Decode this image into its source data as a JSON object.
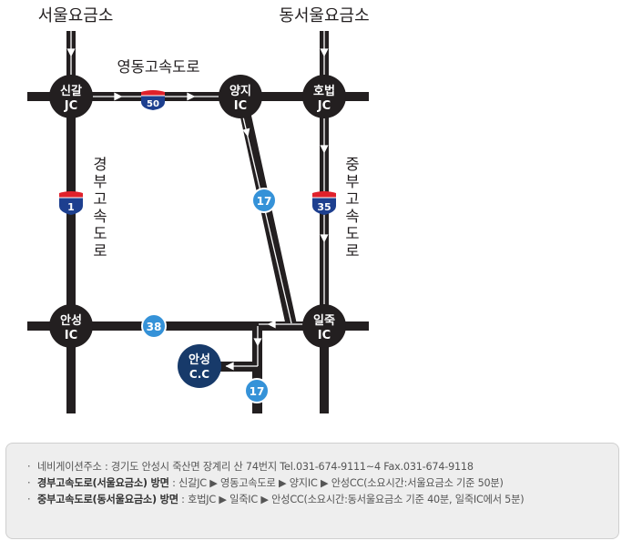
{
  "tollgates": {
    "seoul": "서울요금소",
    "dongseoul": "동서울요금소"
  },
  "expressways": {
    "yeongdong": "영동고속도로",
    "gyeongbu": "경부고속도로",
    "jungbu": "중부고속도로"
  },
  "route_shields": {
    "yeongdong": "50",
    "gyeongbu": "1",
    "jungbu": "35"
  },
  "route_circles": {
    "r17_upper": "17",
    "r38": "38",
    "r17_lower": "17"
  },
  "junctions": {
    "singal": {
      "line1": "신갈",
      "line2": "JC"
    },
    "yangji": {
      "line1": "양지",
      "line2": "IC"
    },
    "hobeop": {
      "line1": "호법",
      "line2": "JC"
    },
    "anseong": {
      "line1": "안성",
      "line2": "IC"
    },
    "iljuk": {
      "line1": "일죽",
      "line2": "IC"
    }
  },
  "destination": {
    "line1": "안성",
    "line2": "C.C"
  },
  "info": {
    "address": "네비게이션주소 : 경기도 안성시 죽산면 장계리 산 74번지   Tel.031-674-9111~4   Fax.031-674-9118",
    "route1_label": "경부고속도로(서울요금소) 방면",
    "route1_text": " : 신갈JC ▶ 영동고속도로 ▶ 양지IC ▶ 안성CC(소요시간:서울요금소 기준 50분)",
    "route2_label": "중부고속도로(동서울요금소) 방면",
    "route2_text": " : 호법JC ▶ 일죽IC ▶ 안성CC(소요시간:동서울요금소 기준 40분, 일죽IC에서 5분)",
    "bullet": "·"
  },
  "colors": {
    "road": "#231f20",
    "circle_blue": "#3592d8",
    "destination_navy": "#173a6a",
    "shield_red": "#e0212b",
    "shield_blue": "#1d3f8f"
  }
}
